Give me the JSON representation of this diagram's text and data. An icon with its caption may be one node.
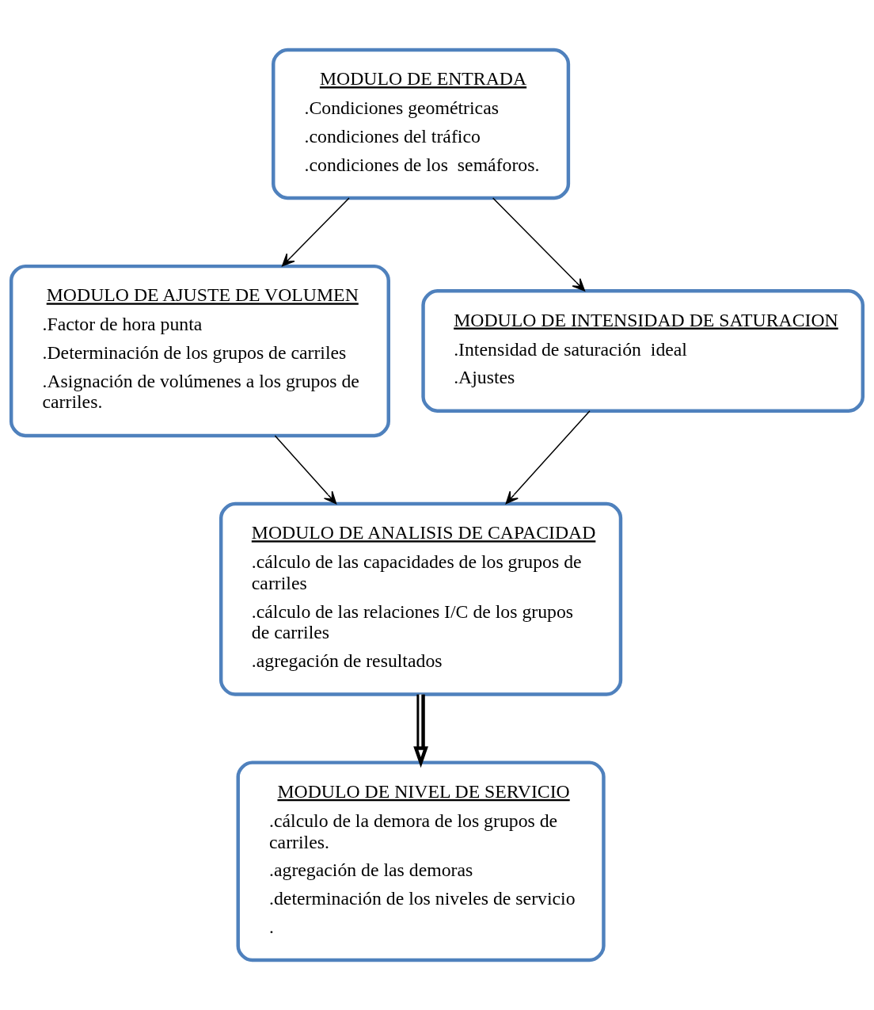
{
  "diagram": {
    "nodes": [
      {
        "text": [
          "MODULO DE ENTRADA",
          ".Condiciones geométricas",
          ".condiciones del tráfico",
          ".condiciones de los  semáforos."
        ]
      },
      {
        "text": [
          "MODULO DE AJUSTE DE VOLUMEN",
          ".Factor de hora punta",
          ".Determinación de los grupos de carriles",
          ".Asignación de volúmenes a los grupos de carriles."
        ]
      },
      {
        "text": [
          "MODULO DE INTENSIDAD DE SATURACION",
          ".Intensidad de saturación  ideal",
          ".Ajustes"
        ]
      },
      {
        "text": [
          "MODULO DE ANALISIS DE CAPACIDAD",
          ".cálculo de las capacidades de los grupos de carriles",
          ".cálculo de las relaciones I/C de los grupos de carriles",
          ".agregación de resultados"
        ]
      },
      {
        "text": [
          "MODULO DE NIVEL DE SERVICIO",
          ".cálculo de la demora de los grupos de carriles.",
          ".agregación de las demoras",
          ".determinación de los niveles de servicio",
          "."
        ]
      }
    ],
    "edges": [
      {
        "from": 0,
        "to": 1,
        "arrow": "to"
      },
      {
        "from": 0,
        "to": 2,
        "arrow": "to"
      },
      {
        "from": 1,
        "to": 3,
        "arrow": "to"
      },
      {
        "from": 2,
        "to": 3,
        "arrow": "to"
      },
      {
        "from": 3,
        "to": 4,
        "arrow": "to",
        "style": "thick"
      }
    ]
  }
}
